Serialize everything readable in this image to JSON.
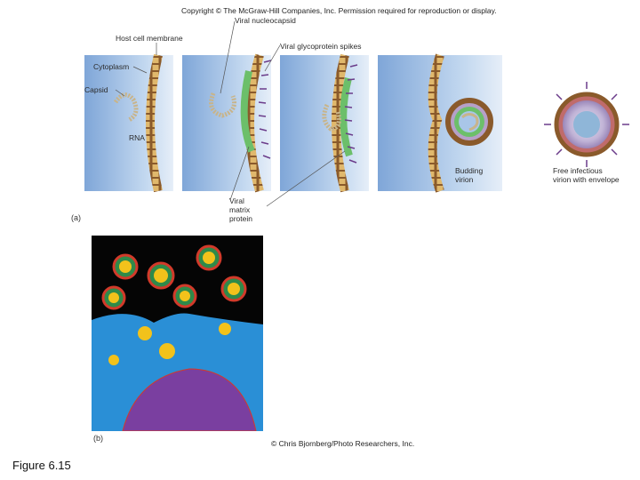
{
  "header": {
    "copyright": "Copyright © The McGraw-Hill Companies, Inc. Permission required for reproduction or display."
  },
  "panel_a": {
    "label": "(a)",
    "labels": {
      "host_cell_membrane": "Host cell membrane",
      "viral_nucleocapsid": "Viral nucleocapsid",
      "viral_glycoprotein_spikes": "Viral glycoprotein spikes",
      "cytoplasm": "Cytoplasm",
      "capsid": "Capsid",
      "rna": "RNA",
      "viral_matrix_protein_1": "Viral",
      "viral_matrix_protein_2": "matrix",
      "viral_matrix_protein_3": "protein",
      "budding_virion_1": "Budding",
      "budding_virion_2": "virion",
      "free_virion_1": "Free infectious",
      "free_virion_2": "virion with envelope"
    }
  },
  "panel_b": {
    "label": "(b)",
    "credit": "© Chris Bjornberg/Photo Researchers, Inc."
  },
  "footer": {
    "caption": "Figure 6.15"
  },
  "colors": {
    "cytoplasm_blue": "#a9c6e8",
    "membrane_tan": "#c9a06a",
    "membrane_dark": "#8a5a2b",
    "matrix_green": "#6cbf6a",
    "spike_purple": "#6b3c8a",
    "micrograph_bg": "#050505",
    "micrograph_cell": "#2a8fd6",
    "micrograph_nucleus": "#7a3fa0",
    "micrograph_yellow": "#f2c21b",
    "micrograph_red": "#d23a2a"
  }
}
